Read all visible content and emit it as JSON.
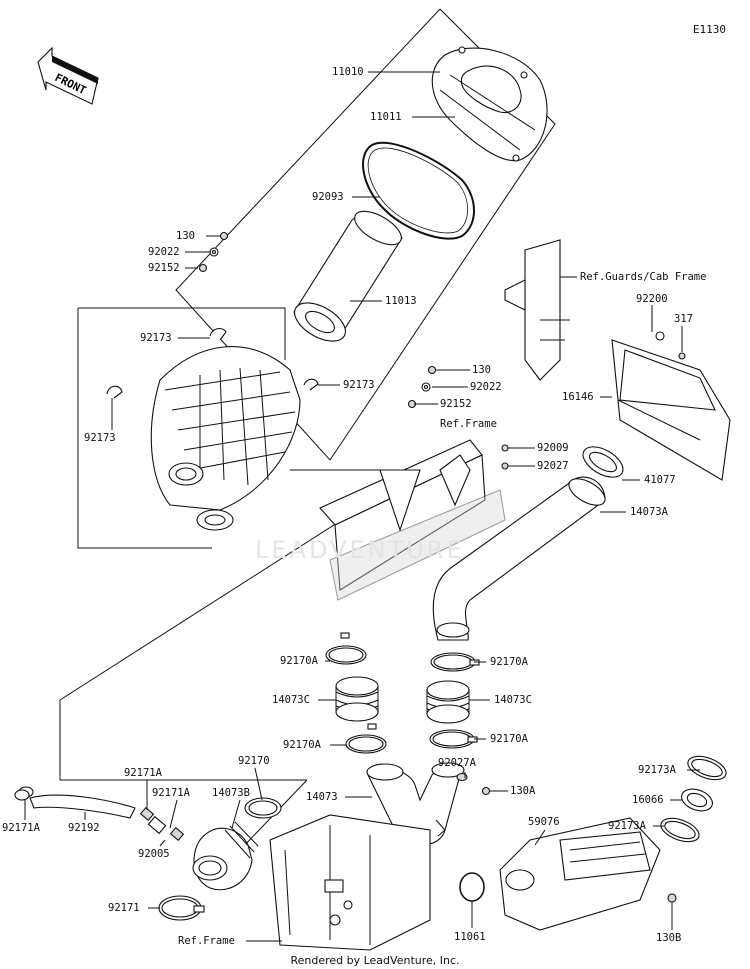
{
  "diagram": {
    "code": "E1130",
    "footer": "Rendered by LeadVenture, Inc.",
    "watermark": "LEADVENTURE",
    "front_badge": "FRONT",
    "labels": [
      {
        "id": "l11010",
        "text": "11010"
      },
      {
        "id": "l11011",
        "text": "11011"
      },
      {
        "id": "l92093",
        "text": "92093"
      },
      {
        "id": "l130a",
        "text": "130"
      },
      {
        "id": "l92022a",
        "text": "92022"
      },
      {
        "id": "l92152a",
        "text": "92152"
      },
      {
        "id": "l11013",
        "text": "11013"
      },
      {
        "id": "lrefguards",
        "text": "Ref.Guards/Cab Frame"
      },
      {
        "id": "l92200",
        "text": "92200"
      },
      {
        "id": "l317",
        "text": "317"
      },
      {
        "id": "l92173a",
        "text": "92173"
      },
      {
        "id": "l92173b",
        "text": "92173"
      },
      {
        "id": "l92173c",
        "text": "92173"
      },
      {
        "id": "l130b",
        "text": "130"
      },
      {
        "id": "l92022b",
        "text": "92022"
      },
      {
        "id": "l92152b",
        "text": "92152"
      },
      {
        "id": "l16146",
        "text": "16146"
      },
      {
        "id": "lrefframe1",
        "text": "Ref.Frame"
      },
      {
        "id": "l92009",
        "text": "92009"
      },
      {
        "id": "l92027",
        "text": "92027"
      },
      {
        "id": "l41077",
        "text": "41077"
      },
      {
        "id": "l14073A",
        "text": "14073A"
      },
      {
        "id": "l92170A1",
        "text": "92170A"
      },
      {
        "id": "l92170A2",
        "text": "92170A"
      },
      {
        "id": "l14073C1",
        "text": "14073C"
      },
      {
        "id": "l14073C2",
        "text": "14073C"
      },
      {
        "id": "l92170A3",
        "text": "92170A"
      },
      {
        "id": "l92170A4",
        "text": "92170A"
      },
      {
        "id": "l92170",
        "text": "92170"
      },
      {
        "id": "l92171A1",
        "text": "92171A"
      },
      {
        "id": "l92171A2",
        "text": "92171A"
      },
      {
        "id": "l14073B",
        "text": "14073B"
      },
      {
        "id": "l92027A",
        "text": "92027A"
      },
      {
        "id": "l130A",
        "text": "130A"
      },
      {
        "id": "l14073",
        "text": "14073"
      },
      {
        "id": "l92192",
        "text": "92192"
      },
      {
        "id": "l92171A3",
        "text": "92171A"
      },
      {
        "id": "l92005",
        "text": "92005"
      },
      {
        "id": "l92173A1",
        "text": "92173A"
      },
      {
        "id": "l16066",
        "text": "16066"
      },
      {
        "id": "l92173A2",
        "text": "92173A"
      },
      {
        "id": "l59076",
        "text": "59076"
      },
      {
        "id": "l92171",
        "text": "92171"
      },
      {
        "id": "l11061",
        "text": "11061"
      },
      {
        "id": "l130B",
        "text": "130B"
      },
      {
        "id": "lrefframe2",
        "text": "Ref.Frame"
      }
    ]
  }
}
